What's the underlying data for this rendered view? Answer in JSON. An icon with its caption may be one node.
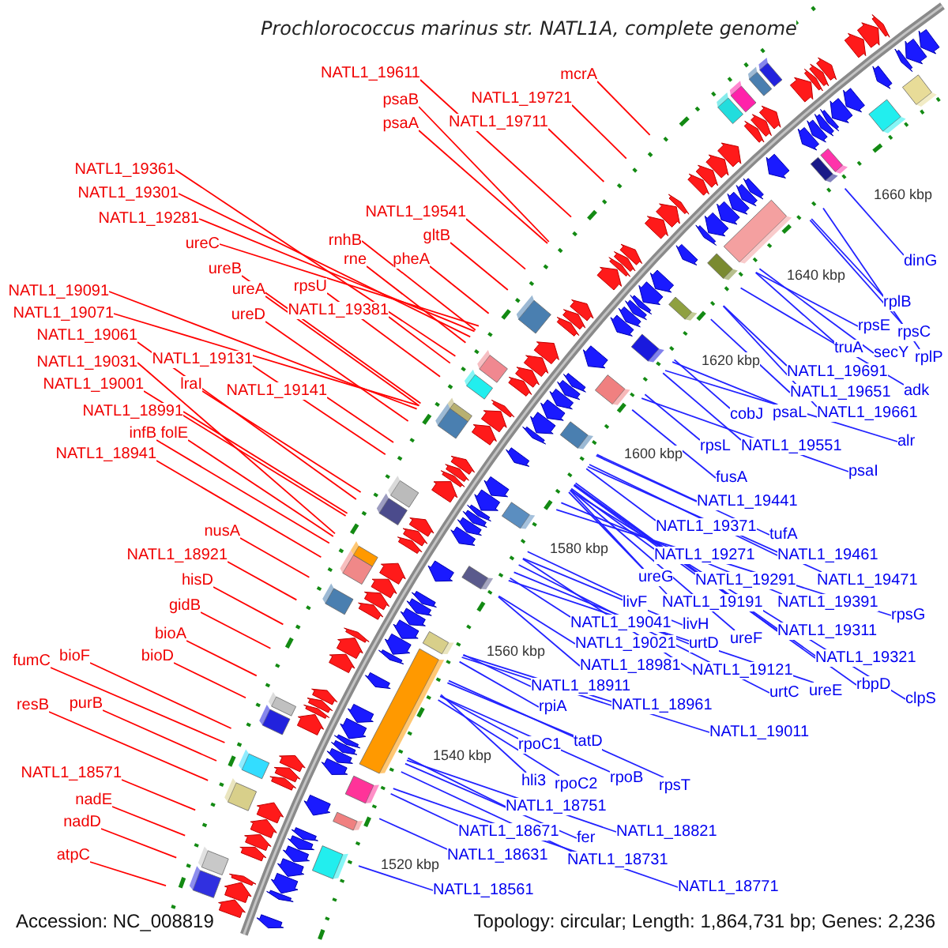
{
  "diagram": {
    "title": "Prochlorococcus marinus str. NATL1A, complete genome",
    "nodes": [
      {
        "text": [
          "NATL1_19611"
        ]
      },
      {
        "text": [
          "mcrA"
        ]
      },
      {
        "text": [
          "psaB"
        ]
      },
      {
        "text": [
          "NATL1_19721"
        ]
      },
      {
        "text": [
          "psaA"
        ]
      },
      {
        "text": [
          "NATL1_19711"
        ]
      },
      {
        "text": [
          "NATL1_19361"
        ]
      },
      {
        "text": [
          "NATL1_19301"
        ]
      },
      {
        "text": [
          "NATL1_19541"
        ]
      },
      {
        "text": [
          "NATL1_19281"
        ]
      },
      {
        "text": [
          "gltB"
        ]
      },
      {
        "text": [
          "rnhB"
        ]
      },
      {
        "text": [
          "ureC"
        ]
      },
      {
        "text": [
          "rne"
        ]
      },
      {
        "text": [
          "pheA"
        ]
      },
      {
        "text": [
          "ureB"
        ]
      },
      {
        "text": [
          "rpsU"
        ]
      },
      {
        "text": [
          "ureA"
        ]
      },
      {
        "text": [
          "NATL1_19091"
        ]
      },
      {
        "text": [
          "NATL1_19381"
        ]
      },
      {
        "text": [
          "NATL1_19071"
        ]
      },
      {
        "text": [
          "ureD"
        ]
      },
      {
        "text": [
          "NATL1_19061"
        ]
      },
      {
        "text": [
          "NATL1_19131"
        ]
      },
      {
        "text": [
          "NATL1_19031"
        ]
      },
      {
        "text": [
          "NATL1_19001"
        ]
      },
      {
        "text": [
          "lraI"
        ]
      },
      {
        "text": [
          "NATL1_19141"
        ]
      },
      {
        "text": [
          "NATL1_18991"
        ]
      },
      {
        "text": [
          "infB"
        ]
      },
      {
        "text": [
          "folE"
        ]
      },
      {
        "text": [
          "NATL1_18941"
        ]
      },
      {
        "text": [
          "nusA"
        ]
      },
      {
        "text": [
          "NATL1_18921"
        ]
      },
      {
        "text": [
          "hisD"
        ]
      },
      {
        "text": [
          "gidB"
        ]
      },
      {
        "text": [
          "bioA"
        ]
      },
      {
        "text": [
          "bioF"
        ]
      },
      {
        "text": [
          "bioD"
        ]
      },
      {
        "text": [
          "fumC"
        ]
      },
      {
        "text": [
          "purB"
        ]
      },
      {
        "text": [
          "resB"
        ]
      },
      {
        "text": [
          "NATL1_18571"
        ]
      },
      {
        "text": [
          "nadE"
        ]
      },
      {
        "text": [
          "nadD"
        ]
      },
      {
        "text": [
          "atpC"
        ]
      },
      {
        "text": [
          "dinG"
        ]
      },
      {
        "text": [
          "rplB"
        ]
      },
      {
        "text": [
          "rpsE"
        ]
      },
      {
        "text": [
          "rpsC"
        ]
      },
      {
        "text": [
          "truA"
        ]
      },
      {
        "text": [
          "secY"
        ]
      },
      {
        "text": [
          "rplP"
        ]
      },
      {
        "text": [
          "NATL1_19691"
        ]
      },
      {
        "text": [
          "adk"
        ]
      },
      {
        "text": [
          "NATL1_19651"
        ]
      },
      {
        "text": [
          "cobJ"
        ]
      },
      {
        "text": [
          "psaL"
        ]
      },
      {
        "text": [
          "NATL1_19661"
        ]
      },
      {
        "text": [
          "alr"
        ]
      },
      {
        "text": [
          "rpsL"
        ]
      },
      {
        "text": [
          "NATL1_19551"
        ]
      },
      {
        "text": [
          "psaI"
        ]
      },
      {
        "text": [
          "fusA"
        ]
      },
      {
        "text": [
          "NATL1_19441"
        ]
      },
      {
        "text": [
          "NATL1_19371"
        ]
      },
      {
        "text": [
          "tufA"
        ]
      },
      {
        "text": [
          "NATL1_19271"
        ]
      },
      {
        "text": [
          "NATL1_19461"
        ]
      },
      {
        "text": [
          "ureG"
        ]
      },
      {
        "text": [
          "NATL1_19291"
        ]
      },
      {
        "text": [
          "NATL1_19471"
        ]
      },
      {
        "text": [
          "livF"
        ]
      },
      {
        "text": [
          "NATL1_19191"
        ]
      },
      {
        "text": [
          "NATL1_19391"
        ]
      },
      {
        "text": [
          "rpsG"
        ]
      },
      {
        "text": [
          "NATL1_19041"
        ]
      },
      {
        "text": [
          "livH"
        ]
      },
      {
        "text": [
          "NATL1_19311"
        ]
      },
      {
        "text": [
          "ureF"
        ]
      },
      {
        "text": [
          "NATL1_19021"
        ]
      },
      {
        "text": [
          "urtD"
        ]
      },
      {
        "text": [
          "NATL1_19321"
        ]
      },
      {
        "text": [
          "NATL1_18981"
        ]
      },
      {
        "text": [
          "NATL1_19121"
        ]
      },
      {
        "text": [
          "rbpD"
        ]
      },
      {
        "text": [
          "NATL1_18911"
        ]
      },
      {
        "text": [
          "urtC"
        ]
      },
      {
        "text": [
          "ureE"
        ]
      },
      {
        "text": [
          "clpS"
        ]
      },
      {
        "text": [
          "NATL1_18961"
        ]
      },
      {
        "text": [
          "rpiA"
        ]
      },
      {
        "text": [
          "NATL1_19011"
        ]
      },
      {
        "text": [
          "tatD"
        ]
      },
      {
        "text": [
          "rpoC1"
        ]
      },
      {
        "text": [
          "rpoB"
        ]
      },
      {
        "text": [
          "hli3"
        ]
      },
      {
        "text": [
          "rpoC2"
        ]
      },
      {
        "text": [
          "rpsT"
        ]
      },
      {
        "text": [
          "NATL1_18751"
        ]
      },
      {
        "text": [
          "NATL1_18671"
        ]
      },
      {
        "text": [
          "NATL1_18821"
        ]
      },
      {
        "text": [
          "fer"
        ]
      },
      {
        "text": [
          "NATL1_18631"
        ]
      },
      {
        "text": [
          "NATL1_18731"
        ]
      },
      {
        "text": [
          "NATL1_18771"
        ]
      },
      {
        "text": [
          "NATL1_18561"
        ]
      }
    ],
    "edges": [
      {
        "from": 0,
        "to": null,
        "arrow": "none",
        "color": "#ff0000"
      },
      {
        "from": 1,
        "to": null,
        "arrow": "none",
        "color": "#ff0000"
      },
      {
        "from": 2,
        "to": null,
        "arrow": "none",
        "color": "#ff0000"
      },
      {
        "from": 3,
        "to": null,
        "arrow": "none",
        "color": "#ff0000"
      },
      {
        "from": 4,
        "to": null,
        "arrow": "none",
        "color": "#ff0000"
      },
      {
        "from": 5,
        "to": null,
        "arrow": "none",
        "color": "#ff0000"
      },
      {
        "from": 6,
        "to": null,
        "arrow": "none",
        "color": "#ff0000"
      },
      {
        "from": 7,
        "to": null,
        "arrow": "none",
        "color": "#ff0000"
      },
      {
        "from": 8,
        "to": null,
        "arrow": "none",
        "color": "#ff0000"
      },
      {
        "from": 9,
        "to": null,
        "arrow": "none",
        "color": "#ff0000"
      },
      {
        "from": 10,
        "to": null,
        "arrow": "none",
        "color": "#ff0000"
      },
      {
        "from": 11,
        "to": null,
        "arrow": "none",
        "color": "#ff0000"
      },
      {
        "from": 12,
        "to": null,
        "arrow": "none",
        "color": "#ff0000"
      },
      {
        "from": 13,
        "to": null,
        "arrow": "none",
        "color": "#ff0000"
      },
      {
        "from": 14,
        "to": null,
        "arrow": "none",
        "color": "#ff0000"
      },
      {
        "from": 15,
        "to": null,
        "arrow": "none",
        "color": "#ff0000"
      },
      {
        "from": 16,
        "to": null,
        "arrow": "none",
        "color": "#ff0000"
      },
      {
        "from": 17,
        "to": null,
        "arrow": "none",
        "color": "#ff0000"
      },
      {
        "from": 18,
        "to": null,
        "arrow": "none",
        "color": "#ff0000"
      },
      {
        "from": 19,
        "to": null,
        "arrow": "none",
        "color": "#ff0000"
      },
      {
        "from": 20,
        "to": null,
        "arrow": "none",
        "color": "#ff0000"
      },
      {
        "from": 21,
        "to": null,
        "arrow": "none",
        "color": "#ff0000"
      },
      {
        "from": 22,
        "to": null,
        "arrow": "none",
        "color": "#ff0000"
      },
      {
        "from": 23,
        "to": null,
        "arrow": "none",
        "color": "#ff0000"
      },
      {
        "from": 24,
        "to": null,
        "arrow": "none",
        "color": "#ff0000"
      },
      {
        "from": 25,
        "to": null,
        "arrow": "none",
        "color": "#ff0000"
      },
      {
        "from": 26,
        "to": null,
        "arrow": "none",
        "color": "#ff0000"
      },
      {
        "from": 27,
        "to": null,
        "arrow": "none",
        "color": "#ff0000"
      },
      {
        "from": 28,
        "to": null,
        "arrow": "none",
        "color": "#ff0000"
      },
      {
        "from": 29,
        "to": null,
        "arrow": "none",
        "color": "#ff0000"
      },
      {
        "from": 30,
        "to": null,
        "arrow": "none",
        "color": "#ff0000"
      },
      {
        "from": 31,
        "to": null,
        "arrow": "none",
        "color": "#ff0000"
      },
      {
        "from": 32,
        "to": null,
        "arrow": "none",
        "color": "#ff0000"
      },
      {
        "from": 33,
        "to": null,
        "arrow": "none",
        "color": "#ff0000"
      },
      {
        "from": 34,
        "to": null,
        "arrow": "none",
        "color": "#ff0000"
      },
      {
        "from": 35,
        "to": null,
        "arrow": "none",
        "color": "#ff0000"
      },
      {
        "from": 36,
        "to": null,
        "arrow": "none",
        "color": "#ff0000"
      },
      {
        "from": 37,
        "to": null,
        "arrow": "none",
        "color": "#ff0000"
      },
      {
        "from": 38,
        "to": null,
        "arrow": "none",
        "color": "#ff0000"
      },
      {
        "from": 39,
        "to": null,
        "arrow": "none",
        "color": "#ff0000"
      },
      {
        "from": 40,
        "to": null,
        "arrow": "none",
        "color": "#ff0000"
      },
      {
        "from": 41,
        "to": null,
        "arrow": "none",
        "color": "#ff0000"
      },
      {
        "from": 42,
        "to": null,
        "arrow": "none",
        "color": "#ff0000"
      },
      {
        "from": 43,
        "to": null,
        "arrow": "none",
        "color": "#ff0000"
      },
      {
        "from": 44,
        "to": null,
        "arrow": "none",
        "color": "#ff0000"
      },
      {
        "from": 45,
        "to": null,
        "arrow": "none",
        "color": "#ff0000"
      },
      {
        "from": 46,
        "to": null,
        "arrow": "none"
      },
      {
        "from": 47,
        "to": null,
        "arrow": "none"
      },
      {
        "from": 48,
        "to": null,
        "arrow": "none"
      },
      {
        "from": 49,
        "to": null,
        "arrow": "none"
      },
      {
        "from": 50,
        "to": null,
        "arrow": "none"
      },
      {
        "from": 51,
        "to": null,
        "arrow": "none"
      },
      {
        "from": 52,
        "to": null,
        "arrow": "none"
      },
      {
        "from": 53,
        "to": null,
        "arrow": "none"
      },
      {
        "from": 54,
        "to": null,
        "arrow": "none"
      },
      {
        "from": 55,
        "to": null,
        "arrow": "none"
      },
      {
        "from": 56,
        "to": null,
        "arrow": "none"
      },
      {
        "from": 57,
        "to": null,
        "arrow": "none"
      },
      {
        "from": 58,
        "to": null,
        "arrow": "none"
      },
      {
        "from": 59,
        "to": null,
        "arrow": "none"
      },
      {
        "from": 60,
        "to": null,
        "arrow": "none"
      },
      {
        "from": 61,
        "to": null,
        "arrow": "none"
      },
      {
        "from": 62,
        "to": null,
        "arrow": "none"
      },
      {
        "from": 63,
        "to": null,
        "arrow": "none"
      },
      {
        "from": 64,
        "to": null,
        "arrow": "none"
      },
      {
        "from": 65,
        "to": null,
        "arrow": "none"
      },
      {
        "from": 66,
        "to": null,
        "arrow": "none"
      },
      {
        "from": 67,
        "to": null,
        "arrow": "none"
      },
      {
        "from": 68,
        "to": null,
        "arrow": "none"
      },
      {
        "from": 69,
        "to": null,
        "arrow": "none"
      },
      {
        "from": 70,
        "to": null,
        "arrow": "none"
      },
      {
        "from": 71,
        "to": null,
        "arrow": "none"
      },
      {
        "from": 72,
        "to": null,
        "arrow": "none"
      },
      {
        "from": 73,
        "to": null,
        "arrow": "none"
      },
      {
        "from": 74,
        "to": null,
        "arrow": "none"
      },
      {
        "from": 75,
        "to": null,
        "arrow": "none"
      },
      {
        "from": 76,
        "to": null,
        "arrow": "none"
      },
      {
        "from": 77,
        "to": null,
        "arrow": "none"
      },
      {
        "from": 78,
        "to": null,
        "arrow": "none"
      },
      {
        "from": 79,
        "to": null,
        "arrow": "none"
      },
      {
        "from": 80,
        "to": null,
        "arrow": "none"
      },
      {
        "from": 81,
        "to": null,
        "arrow": "none"
      },
      {
        "from": 82,
        "to": null,
        "arrow": "none"
      },
      {
        "from": 83,
        "to": null,
        "arrow": "none"
      },
      {
        "from": 84,
        "to": null,
        "arrow": "none"
      },
      {
        "from": 85,
        "to": null,
        "arrow": "none"
      },
      {
        "from": 86,
        "to": null,
        "arrow": "none"
      },
      {
        "from": 87,
        "to": null,
        "arrow": "none"
      },
      {
        "from": 88,
        "to": null,
        "arrow": "none"
      },
      {
        "from": 89,
        "to": null,
        "arrow": "none"
      },
      {
        "from": 90,
        "to": null,
        "arrow": "none"
      },
      {
        "from": 91,
        "to": null,
        "arrow": "none"
      },
      {
        "from": 92,
        "to": null,
        "arrow": "none"
      },
      {
        "from": 93,
        "to": null,
        "arrow": "none"
      },
      {
        "from": 94,
        "to": null,
        "arrow": "none"
      },
      {
        "from": 95,
        "to": null,
        "arrow": "none"
      },
      {
        "from": 96,
        "to": null,
        "arrow": "none"
      },
      {
        "from": 97,
        "to": null,
        "arrow": "none"
      },
      {
        "from": 98,
        "to": null,
        "arrow": "none"
      },
      {
        "from": 99,
        "to": null,
        "arrow": "none"
      },
      {
        "from": 100,
        "to": null,
        "arrow": "none"
      },
      {
        "from": 101,
        "to": null,
        "arrow": "none"
      },
      {
        "from": 102,
        "to": null,
        "arrow": "none"
      },
      {
        "from": 103,
        "to": null,
        "arrow": "none"
      },
      {
        "from": 104,
        "to": null,
        "arrow": "none"
      },
      {
        "from": 105,
        "to": null,
        "arrow": "none"
      },
      {
        "from": 106,
        "to": null,
        "arrow": "none"
      }
    ],
    "labels": [
      "1660 kbp",
      "1640 kbp",
      "1620 kbp",
      "1600 kbp",
      "1580 kbp",
      "1560 kbp",
      "1540 kbp",
      "1520 kbp",
      "Accession: NC_008819",
      "Topology: circular; Length: 1,864,731 bp; Genes: 2,236"
    ]
  }
}
